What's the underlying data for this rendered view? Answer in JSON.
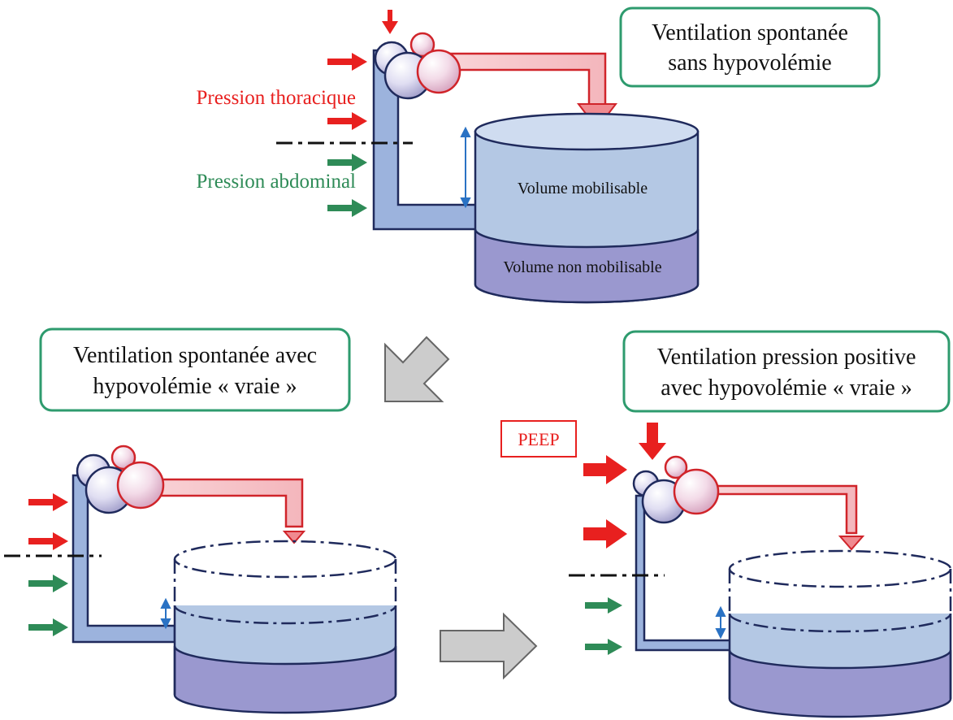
{
  "title_top": {
    "line1": "Ventilation spontanée",
    "line2": "sans hypovolémie"
  },
  "title_left": {
    "line1": "Ventilation spontanée avec",
    "line2": "hypovolémie « vraie »"
  },
  "title_right": {
    "line1": "Ventilation pression positive",
    "line2": "avec hypovolémie « vraie »"
  },
  "label_thoracic": "Pression thoracique",
  "label_abdominal": "Pression abdominal",
  "label_mobilisable": "Volume mobilisable",
  "label_non_mobilisable": "Volume non mobilisable",
  "label_peep": "PEEP",
  "colors": {
    "thoracic_arrow": "#e8201f",
    "abdominal_arrow": "#2e8b57",
    "box_border": "#2e9b6e",
    "tank_light": "#b4c8e4",
    "tank_dark": "#9a98cf",
    "tank_top": "#cfdcf0",
    "outline": "#1f2a5c",
    "pipe": "#9cb3dd",
    "red_pipe": "#f7c8cc",
    "red_outline": "#d0242a",
    "gray_arrow": "#cccccc",
    "double_arrow": "#2a72c4"
  }
}
